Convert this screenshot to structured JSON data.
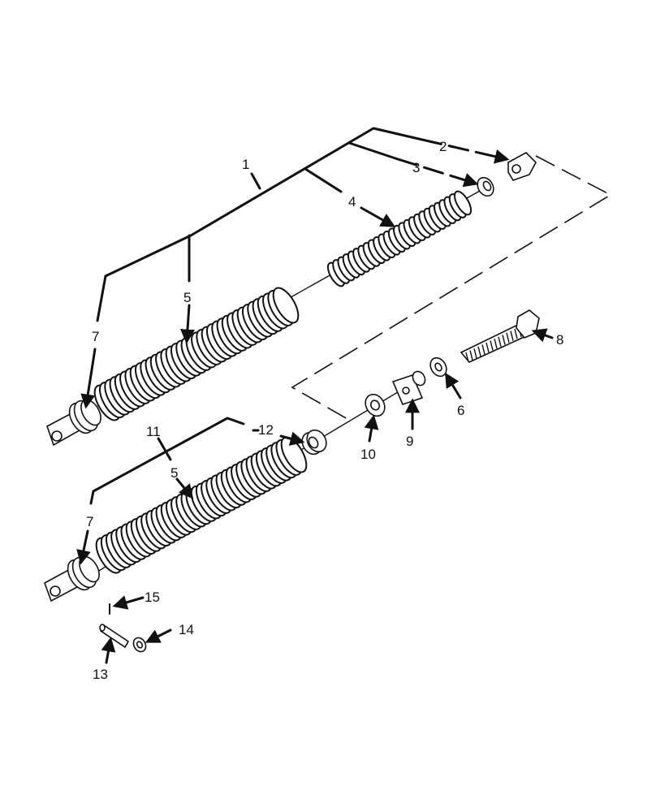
{
  "callouts": {
    "c1": "1",
    "c2": "2",
    "c3": "3",
    "c4": "4",
    "c5a": "5",
    "c5b": "5",
    "c6": "6",
    "c7a": "7",
    "c7b": "7",
    "c8": "8",
    "c9": "9",
    "c10": "10",
    "c11": "11",
    "c12": "12",
    "c13": "13",
    "c14": "14",
    "c15": "15"
  },
  "colors": {
    "ink": "#111111",
    "paper": "#ffffff"
  }
}
